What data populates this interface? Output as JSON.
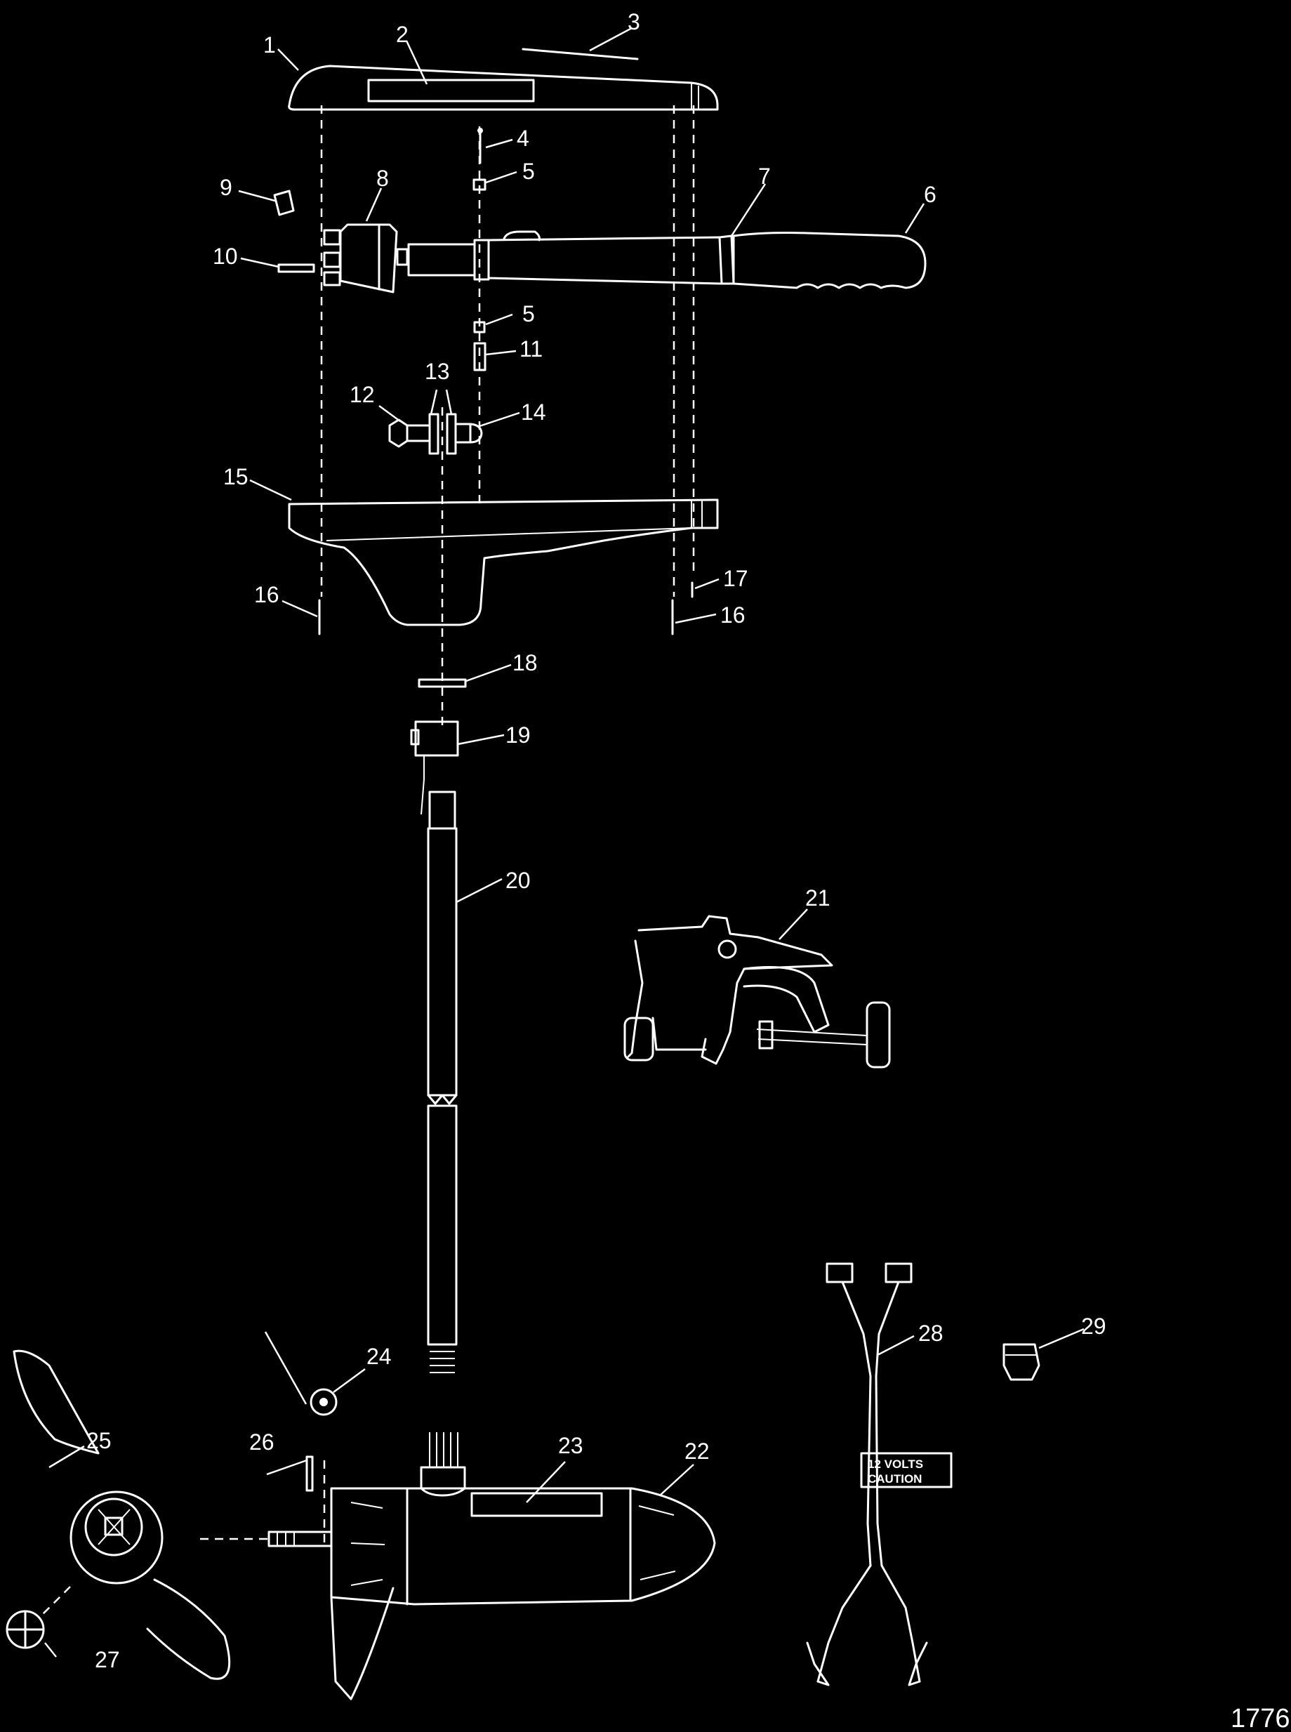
{
  "sheet_id": "1776",
  "callouts": [
    "1",
    "2",
    "3",
    "4",
    "5",
    "6",
    "7",
    "8",
    "9",
    "10",
    "11",
    "12",
    "13",
    "14",
    "15",
    "16",
    "17",
    "18",
    "19",
    "20",
    "21",
    "22",
    "23",
    "24",
    "25",
    "26",
    "27",
    "28",
    "29"
  ],
  "callout_5_second": "5",
  "callout_16_second": "16",
  "cable_label": {
    "line1": "12 VOLTS",
    "line2": "CAUTION"
  },
  "colors": {
    "background": "#000000",
    "line": "#ffffff"
  }
}
